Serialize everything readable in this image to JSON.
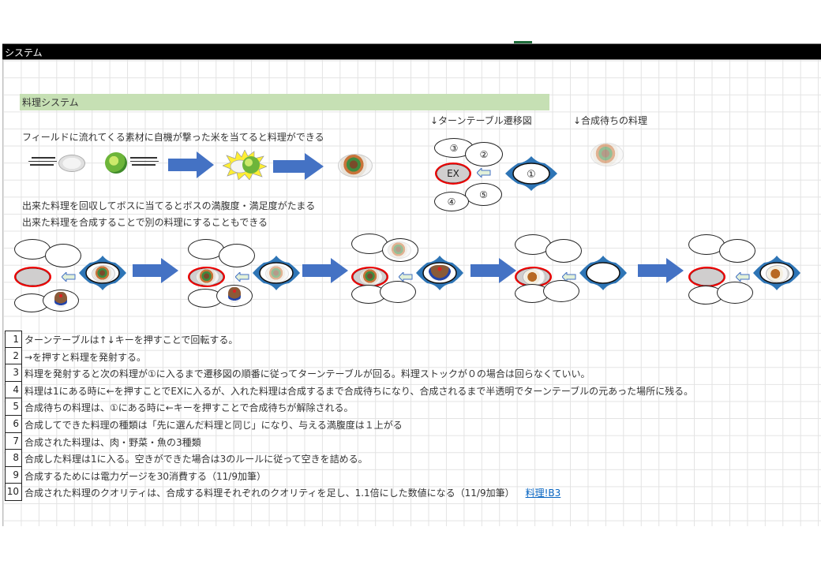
{
  "sheet": {
    "title_bar": "システム",
    "section_title": "料理システム"
  },
  "labels": {
    "turntable_diagram": "↓ターンテーブル遷移図",
    "waiting_dish": "↓合成待ちの料理",
    "intro_line1": "フィールドに流れてくる素材に自機が撃った米を当てると料理ができる",
    "intro_line2": "出来た料理を回収してボスに当てるとボスの満腹度・満足度がたまる",
    "intro_line3": "出来た料理を合成することで別の料理にすることもできる"
  },
  "turntable_diagram": {
    "slots": [
      "①",
      "②",
      "③",
      "④",
      "⑤"
    ],
    "ex_label": "EX"
  },
  "colors": {
    "title_bar_bg": "#000000",
    "section_bg": "#c6e0b4",
    "arrow_blue": "#4472c4",
    "ex_border": "#e00000",
    "ex_fill": "#d0cece",
    "turntable_ring": "#2e75b6",
    "link": "#0563c1"
  },
  "rules": [
    {
      "num": "1",
      "text": "ターンテーブルは↑↓キーを押すことで回転する。"
    },
    {
      "num": "2",
      "text": "→を押すと料理を発射する。"
    },
    {
      "num": "3",
      "text": "料理を発射すると次の料理が①に入るまで遷移図の順番に従ってターンテーブルが回る。料理ストックが０の場合は回らなくていい。"
    },
    {
      "num": "4",
      "text": "料理は1にある時に←を押すことでEXに入るが、入れた料理は合成するまで合成待ちになり、合成されるまで半透明でターンテーブルの元あった場所に残る。"
    },
    {
      "num": "5",
      "text": "合成待ちの料理は、①にある時に←キーを押すことで合成待ちが解除される。"
    },
    {
      "num": "6",
      "text": "合成してできた料理の種類は「先に選んだ料理と同じ」になり、与える満腹度は１上がる"
    },
    {
      "num": "7",
      "text": "合成された料理は、肉・野菜・魚の3種類"
    },
    {
      "num": "8",
      "text": "合成した料理は1に入る。空きができた場合は3のルールに従って空きを詰める。"
    },
    {
      "num": "9",
      "text": "合成するためには電力ゲージを30消費する（11/9加筆）"
    },
    {
      "num": "10",
      "text": "合成された料理のクオリティは、合成する料理それぞれのクオリティを足し、1.1倍にした数値になる（11/9加筆）",
      "link": "料理!B3"
    }
  ]
}
